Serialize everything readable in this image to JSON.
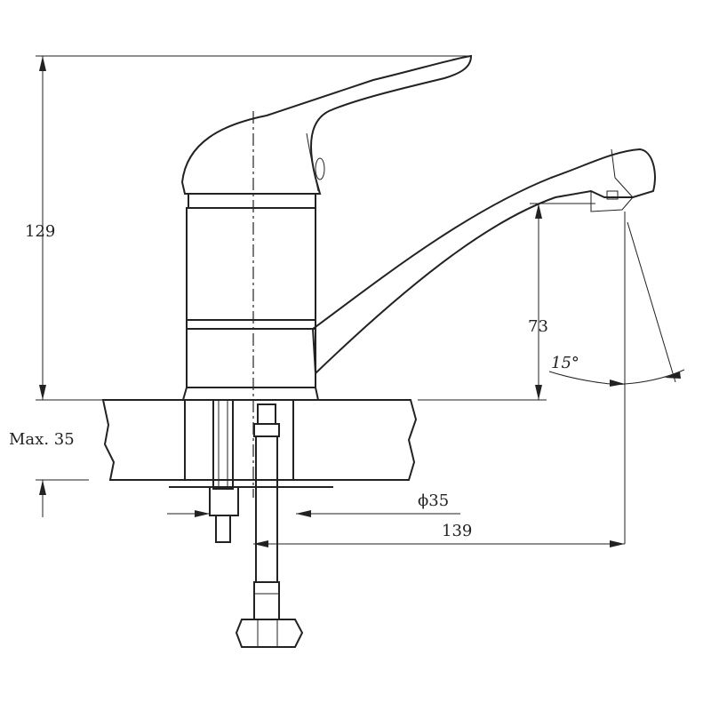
{
  "dimensions": {
    "total_height": "129",
    "spout_height": "73",
    "spout_angle": "15°",
    "max_thickness": "Max. 35",
    "hole_diameter": "ϕ35",
    "spout_reach": "139"
  }
}
